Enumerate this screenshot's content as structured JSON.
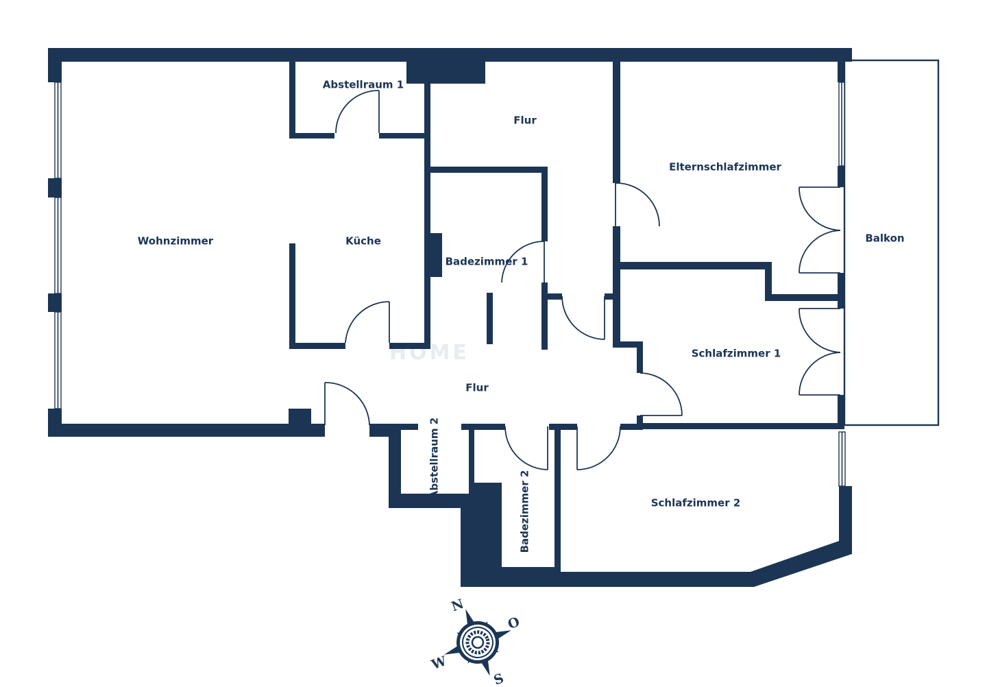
{
  "floorplan": {
    "colors": {
      "wall": "#1c3554",
      "background": "#ffffff"
    },
    "rooms": {
      "wohnzimmer": "Wohnzimmer",
      "abstellraum1": "Abstellraum 1",
      "kueche": "Küche",
      "flur_top": "Flur",
      "badezimmer1": "Badezimmer 1",
      "elternschlafzimmer": "Elternschlafzimmer",
      "balkon": "Balkon",
      "schlafzimmer1": "Schlafzimmer 1",
      "flur_bottom": "Flur",
      "abstellraum2": "Abstellraum 2",
      "badezimmer2": "Badezimmer 2",
      "schlafzimmer2": "Schlafzimmer 2"
    },
    "compass": {
      "north": "N",
      "east": "O",
      "south": "S",
      "west": "W",
      "icon": "compass-rose-icon"
    }
  }
}
